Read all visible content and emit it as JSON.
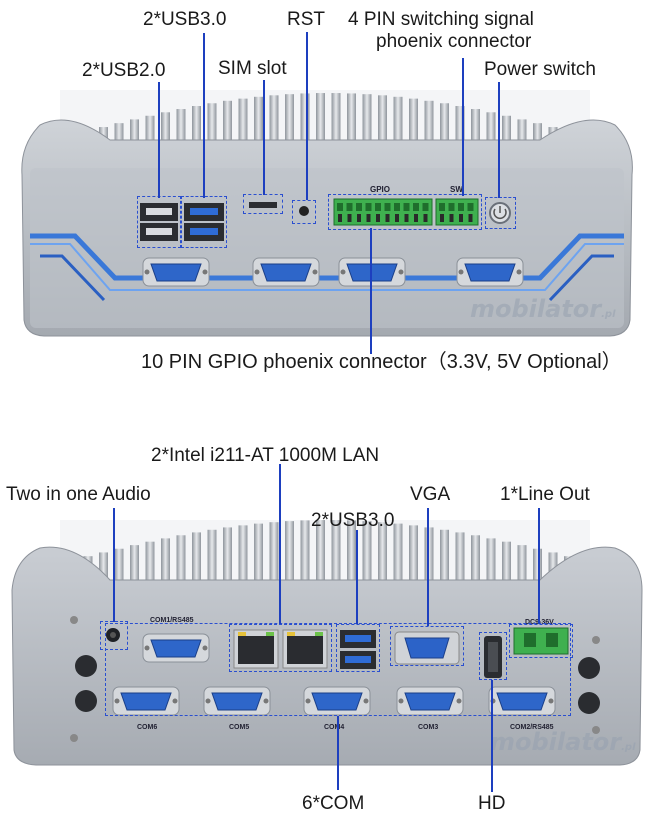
{
  "top": {
    "labels": {
      "usb3": "2*USB3.0",
      "rst": "RST",
      "four_pin": "4 PIN switching signal",
      "four_pin_2": "phoenix connector",
      "usb2": "2*USB2.0",
      "sim": "SIM slot",
      "power": "Power switch",
      "gpio": "10 PIN GPIO phoenix connector（3.3V, 5V Optional）"
    },
    "panel_text": {
      "gpio": "GPIO",
      "sw": "SW",
      "watermark": "mobilator",
      "watermark_suffix": ".pl"
    }
  },
  "bottom": {
    "labels": {
      "lan": "2*Intel i211-AT 1000M LAN",
      "audio": "Two in one Audio",
      "vga": "VGA",
      "line_out": "1*Line Out",
      "usb3": "2*USB3.0",
      "com": "6*COM",
      "hd": "HD"
    },
    "panel_text": {
      "com1": "COM1/RS485",
      "com2": "COM2/RS485",
      "com3": "COM3",
      "com4": "COM4",
      "com5": "COM5",
      "com6": "COM6",
      "dc": "DC9-36V",
      "watermark": "mobilator",
      "watermark_suffix": ".pl"
    }
  }
}
